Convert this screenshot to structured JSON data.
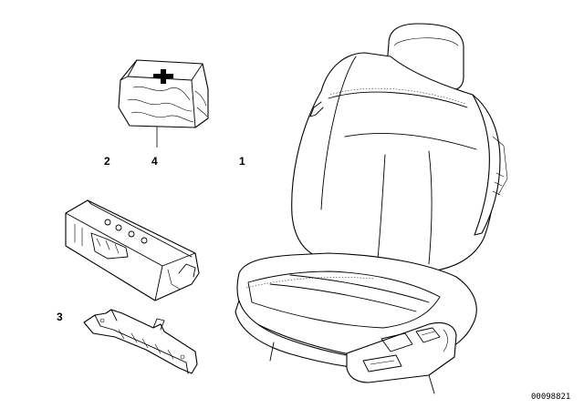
{
  "diagram": {
    "callouts": {
      "seat": "1",
      "first_aid_kit": "2",
      "bracket": "3",
      "foam_case": "4"
    },
    "document_id": "00098821",
    "colors": {
      "line": "#000000",
      "background": "#ffffff"
    }
  }
}
